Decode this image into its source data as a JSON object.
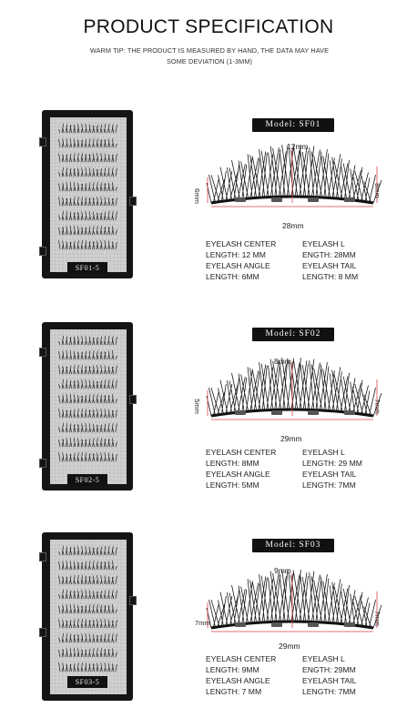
{
  "page": {
    "title": "PRODUCT SPECIFICATION",
    "tip": "WARM TIP: THE PRODUCT IS MEASURED BY HAND, THE DATA MAY HAVE SOME DEVIATION (1-3MM)"
  },
  "products": [
    {
      "box_label": "SF01-5",
      "model": "Model: SF01",
      "dims": {
        "center": "12mm",
        "length": "28mm",
        "left": "6mm",
        "right": "8mm"
      },
      "specs": {
        "left": [
          "EYELASH CENTER",
          "LENGTH: 12 MM",
          "EYELASH ANGLE",
          "LENGTH: 6MM"
        ],
        "right": [
          "EYELASH L",
          "ENGTH: 28MM",
          "EYELASH TAIL",
          "LENGTH: 8 MM"
        ]
      }
    },
    {
      "box_label": "SF02-5",
      "model": "Model: SF02",
      "dims": {
        "center": "8mm",
        "length": "29mm",
        "left": "5mm",
        "right": "7mm"
      },
      "specs": {
        "left": [
          "EYELASH CENTER",
          "LENGTH: 8MM",
          "EYELASH ANGLE",
          "LENGTH: 5MM"
        ],
        "right": [
          "EYELASH L",
          "LENGTH: 29 MM",
          "EYELASH TAIL",
          "LENGTH: 7MM"
        ]
      }
    },
    {
      "box_label": "SF03-5",
      "model": "Model: SF03",
      "dims": {
        "center": "9mm",
        "length": "29mm",
        "left": "7mm",
        "right": "7mm"
      },
      "specs": {
        "left": [
          "EYELASH CENTER",
          "LENGTH: 9MM",
          "EYELASH ANGLE",
          "LENGTH: 7 MM"
        ],
        "right": [
          "EYELASH L",
          "ENGTH: 29MM",
          "EYELASH TAIL",
          "LENGTH: 7MM"
        ]
      }
    }
  ],
  "colors": {
    "dimension_line": "#d9434e",
    "box": "#151515",
    "tray": "#cfcfcf",
    "label_bg": "#111111"
  }
}
